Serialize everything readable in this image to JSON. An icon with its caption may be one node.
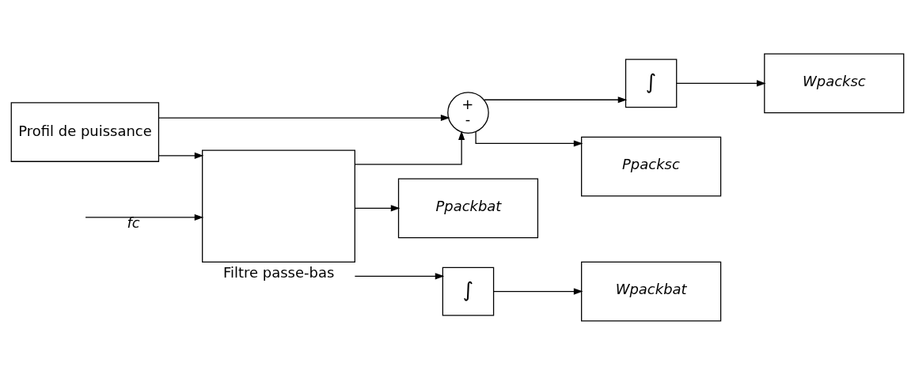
{
  "diagram": {
    "nodes": [
      {
        "text": [
          "Profil de puissance"
        ]
      },
      {
        "text": [
          "Filtre passe-bas"
        ]
      },
      {
        "text": [
          "+",
          "-"
        ]
      },
      {
        "text": [
          "∫"
        ]
      },
      {
        "text": [
          "Wpacksc"
        ]
      },
      {
        "text": [
          "Ppacksc"
        ]
      },
      {
        "text": [
          "Ppackbat"
        ]
      },
      {
        "text": [
          "∫"
        ]
      },
      {
        "text": [
          "Wpackbat"
        ]
      }
    ],
    "edges": [
      {
        "from": 0,
        "to": 1,
        "arrow": "to"
      },
      {
        "from": 0,
        "to": 2,
        "arrow": "to"
      },
      {
        "from": null,
        "to": 1,
        "arrow": "to",
        "label": "fc"
      },
      {
        "from": 1,
        "to": 2,
        "arrow": "to"
      },
      {
        "from": 2,
        "to": 3,
        "arrow": "to"
      },
      {
        "from": 2,
        "to": 5,
        "arrow": "to"
      },
      {
        "from": 3,
        "to": 4,
        "arrow": "to"
      },
      {
        "from": 1,
        "to": 6,
        "arrow": "to"
      },
      {
        "from": 1,
        "to": 7,
        "arrow": "to"
      },
      {
        "from": 7,
        "to": 8,
        "arrow": "to"
      }
    ]
  }
}
